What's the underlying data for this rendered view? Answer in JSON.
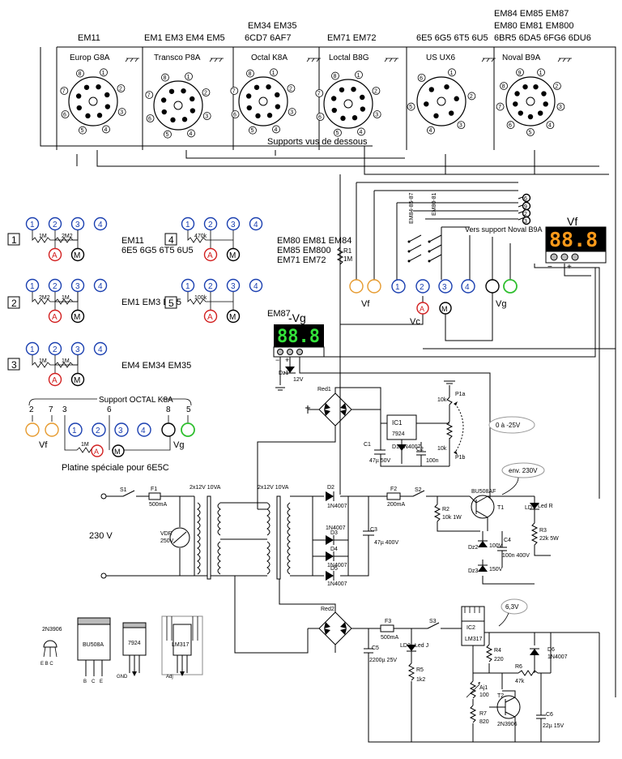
{
  "colors": {
    "digit_orange": "#ff9a1a",
    "digit_green": "#33e23a",
    "blue": "#1a3fb0",
    "red": "#d21f1f",
    "orange": "#e69a2e",
    "green": "#2fbf2f"
  },
  "header": {
    "tubes1": "EM11",
    "tubes2": "EM1 EM3 EM4 EM5",
    "tubes3a": "EM34 EM35",
    "tubes3b": "6CD7 6AF7",
    "tubes4": "EM71 EM72",
    "tubes5": "6E5 6G5 6T5 6U5",
    "tubes6a": "EM84 EM85 EM87",
    "tubes6b": "EM80 EM81 EM800",
    "tubes6c": "6BR5 6DA5 6FG6 6DU6"
  },
  "sockets": [
    {
      "title": "Europ G8A",
      "pins": [
        "1",
        "2",
        "3",
        "4",
        "5",
        "6",
        "7",
        "8"
      ]
    },
    {
      "title": "Transco P8A",
      "pins": [
        "1",
        "2",
        "3",
        "4",
        "5",
        "6",
        "7",
        "8"
      ]
    },
    {
      "title": "Octal K8A",
      "pins": [
        "1",
        "2",
        "3",
        "4",
        "5",
        "6",
        "7",
        "8"
      ]
    },
    {
      "title": "Loctal B8G",
      "pins": [
        "1",
        "2",
        "3",
        "4",
        "5",
        "6",
        "7",
        "8"
      ]
    },
    {
      "title": "US UX6",
      "pins": [
        "1",
        "2",
        "3",
        "4",
        "5",
        "6"
      ]
    },
    {
      "title": "Noval B9A",
      "pins": [
        "1",
        "2",
        "3",
        "4",
        "5",
        "6",
        "7",
        "8",
        "9"
      ]
    }
  ],
  "socket_caption": "Supports vus de dessous",
  "configs": [
    {
      "num": "1",
      "r1": "1M",
      "r2": "2M2",
      "tubes": [
        "EM11",
        "6E5 6G5 6T5 6U5"
      ]
    },
    {
      "num": "2",
      "r1": "2M2",
      "r2": "1M",
      "tubes": [
        "EM1 EM3 EM5"
      ]
    },
    {
      "num": "3",
      "r1": "1M",
      "r2": "1M",
      "tubes": [
        "EM4 EM34 EM35"
      ]
    },
    {
      "num": "4",
      "r1": "470k",
      "tubes": [
        "EM80 EM81 EM84",
        "EM85 EM800",
        "EM71 EM72"
      ]
    },
    {
      "num": "5",
      "r1": "100k",
      "tubes": []
    }
  ],
  "node_labels": {
    "p1": "1",
    "p2": "2",
    "p3": "3",
    "p4": "4",
    "a": "A",
    "m": "M"
  },
  "octal": {
    "title": "Support OCTAL K8A",
    "pins": [
      "2",
      "7",
      "3",
      "6",
      "8",
      "5"
    ],
    "vf": "Vf",
    "vg": "Vg",
    "r": "1M",
    "caption": "Platine spéciale pour 6E5C"
  },
  "switch_labels": {
    "s1": "EM84-85-87",
    "s2": "EM80-81"
  },
  "noval_pins": [
    "6",
    "9",
    "2",
    "3"
  ],
  "vers_noval": "Vers support Noval B9A",
  "meter_vf": {
    "label": "Vf",
    "digits": "88.8"
  },
  "meter_vg": {
    "tube": "EM87",
    "label": "-Vg",
    "digits": "88.8",
    "dz": "Dz1",
    "dzv": "12V"
  },
  "r1": {
    "name": "R1",
    "value": "1M"
  },
  "terminals": {
    "vf": "Vf",
    "vc": "Vc",
    "vg": "Vg"
  },
  "bias": {
    "p1a": "P1a",
    "p1a_v": "10k",
    "p1b": "P1b",
    "p1b_v": "10k",
    "range": "0 à -25V",
    "red1": "Red1",
    "ic1": "IC1",
    "ic1_v": "7924",
    "c1": "C1",
    "c1_v": "47µ 50V",
    "d1": "D1 1N4007",
    "c2": "C2",
    "c2_v": "100n"
  },
  "mains": {
    "s1": "S1",
    "f1": "F1",
    "f1_v": "500mA",
    "v230": "230 V",
    "vdr": "VDR",
    "vdr_v": "250V",
    "tr1": "2x12V 10VA",
    "tr2": "2x12V 10VA"
  },
  "hv": {
    "d2": "D2",
    "d2_v": "1N4007",
    "d3": "D3",
    "d3_v": "1N4007",
    "d4": "D4",
    "d4_v": "1N4007",
    "d5": "D5",
    "d5_v": "1N4007",
    "c3": "C3",
    "c3_v": "47µ 400V",
    "f2": "F2",
    "f2_v": "200mA",
    "s2": "S2",
    "r2": "R2",
    "r2_v": "10k 1W",
    "t1_type": "BU508AF",
    "t1": "T1",
    "env": "env. 230V",
    "dz2": "Dz2",
    "dz2_v": "100V",
    "dz3": "Dz3",
    "dz3_v": "150V",
    "c4": "C4",
    "c4_v": "100n 400V",
    "ld1": "LD1",
    "ld1_v": "Led R",
    "r3": "R3",
    "r3_v": "22k 5W"
  },
  "lv": {
    "red2": "Red2",
    "f3": "F3",
    "f3_v": "500mA",
    "s3": "S3",
    "ic2": "IC2",
    "ic2_v": "LM317",
    "vout": "6,3V",
    "c5": "C5",
    "c5_v": "2200µ 25V",
    "ld2": "LD2",
    "ld2_v": "Led J",
    "r5": "R5",
    "r5_v": "1k2",
    "r4": "R4",
    "r4_v": "220",
    "d6": "D6",
    "d6_v": "1N4007",
    "r6": "R6",
    "r6_v": "47k",
    "aj1": "Aj1",
    "aj1_v": "100",
    "r7": "R7",
    "r7_v": "820",
    "t2": "T2",
    "t2_v": "2N3906",
    "c6": "C6",
    "c6_v": "22µ 15V"
  },
  "packages": {
    "p2n3906": "2N3906",
    "ebc": "E B C",
    "bu508a": "BU508A",
    "bce": [
      "B",
      "C",
      "E"
    ],
    "p7924": "7924",
    "gnd": "GND",
    "lm317": "LM317",
    "adj": "Adj"
  }
}
